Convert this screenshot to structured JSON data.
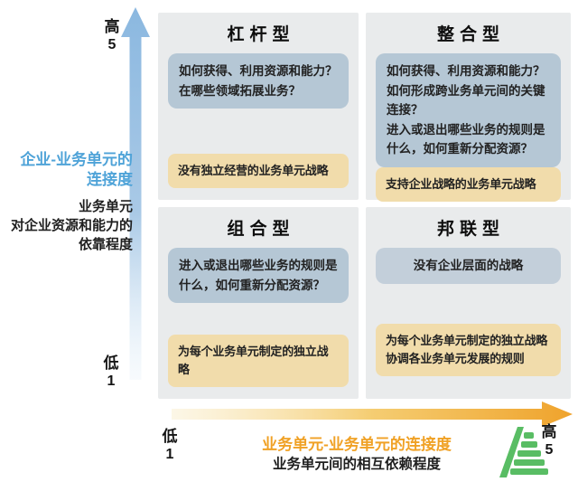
{
  "y_axis": {
    "high_label": "高",
    "high_value": "5",
    "low_label": "低",
    "low_value": "1",
    "title_lines": [
      "企业-业务单元的",
      "连接度"
    ],
    "subtitle_lines": [
      "业务单元",
      "对企业资源和能力的",
      "依靠程度"
    ]
  },
  "x_axis": {
    "low_label": "低",
    "low_value": "1",
    "high_label": "高",
    "high_value": "5",
    "title": "业务单元-业务单元的连接度",
    "subtitle": "业务单元间的相互依赖程度"
  },
  "quadrants": [
    {
      "title": "杠杆型",
      "questions": [
        "如何获得、利用资源和能力？",
        "在哪些领域拓展业务？"
      ],
      "strategy": [
        "没有独立经营的业务单元战略"
      ]
    },
    {
      "title": "整合型",
      "questions": [
        "如何获得、利用资源和能力？",
        "如何形成跨业务单元间的关键连接？",
        "进入或退出哪些业务的规则是什么，如何重新分配资源？"
      ],
      "strategy": [
        "支持企业战略的业务单元战略"
      ]
    },
    {
      "title": "组合型",
      "questions": [
        "进入或退出哪些业务的规则是什么，如何重新分配资源？"
      ],
      "strategy": [
        "为每个业务单元制定的独立战略"
      ]
    },
    {
      "title": "邦联型",
      "questions": [
        "没有企业层面的战略"
      ],
      "strategy": [
        "为每个业务单元制定的独立战略",
        "协调各业务单元发展的规则"
      ]
    }
  ],
  "icons": {
    "y_axis_arrow": "up-arrow-icon",
    "x_axis_arrow": "right-arrow-icon",
    "logo": "green-leaf-logo"
  },
  "colors": {
    "quadrant_bg": "#e9ebec",
    "question_box": "#b5c7d5",
    "strategy_box": "#f1dcab",
    "label_blue": "#4fa3d8",
    "label_orange": "#f0a125",
    "arrow_blue": "#8bb8e0",
    "arrow_orange": "#efa32c",
    "logo_green": "#3db24a"
  }
}
